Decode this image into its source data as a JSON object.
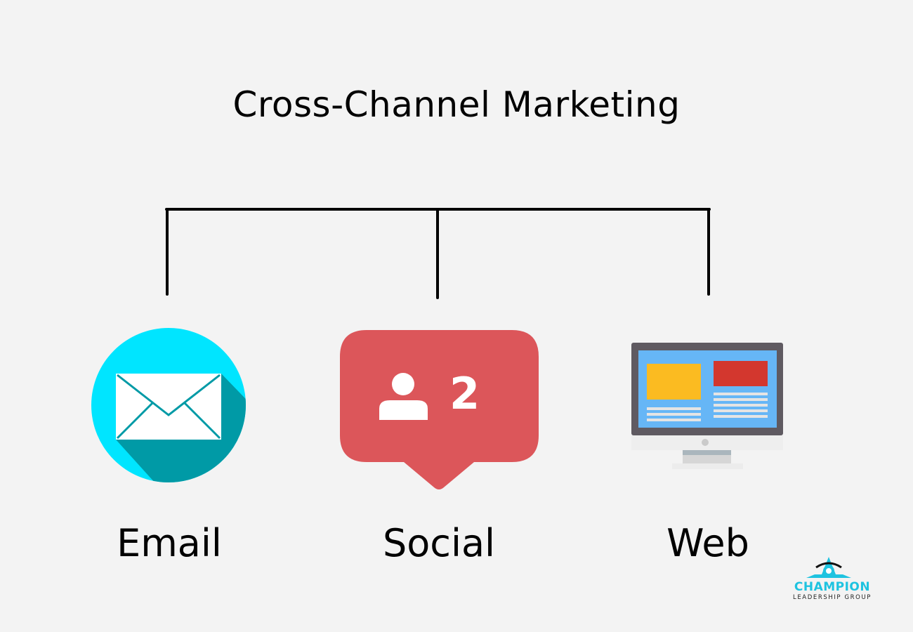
{
  "title": "Cross-Channel Marketing",
  "channels": [
    {
      "label": "Email",
      "icon": "email-icon",
      "color": "#00e5ff"
    },
    {
      "label": "Social",
      "icon": "social-notification-icon",
      "color": "#dc565a",
      "badge_count": "2"
    },
    {
      "label": "Web",
      "icon": "monitor-icon",
      "color": "#66b6f6"
    }
  ],
  "logo": {
    "line1": "CHAMPION",
    "line2": "LEADERSHIP GROUP"
  }
}
